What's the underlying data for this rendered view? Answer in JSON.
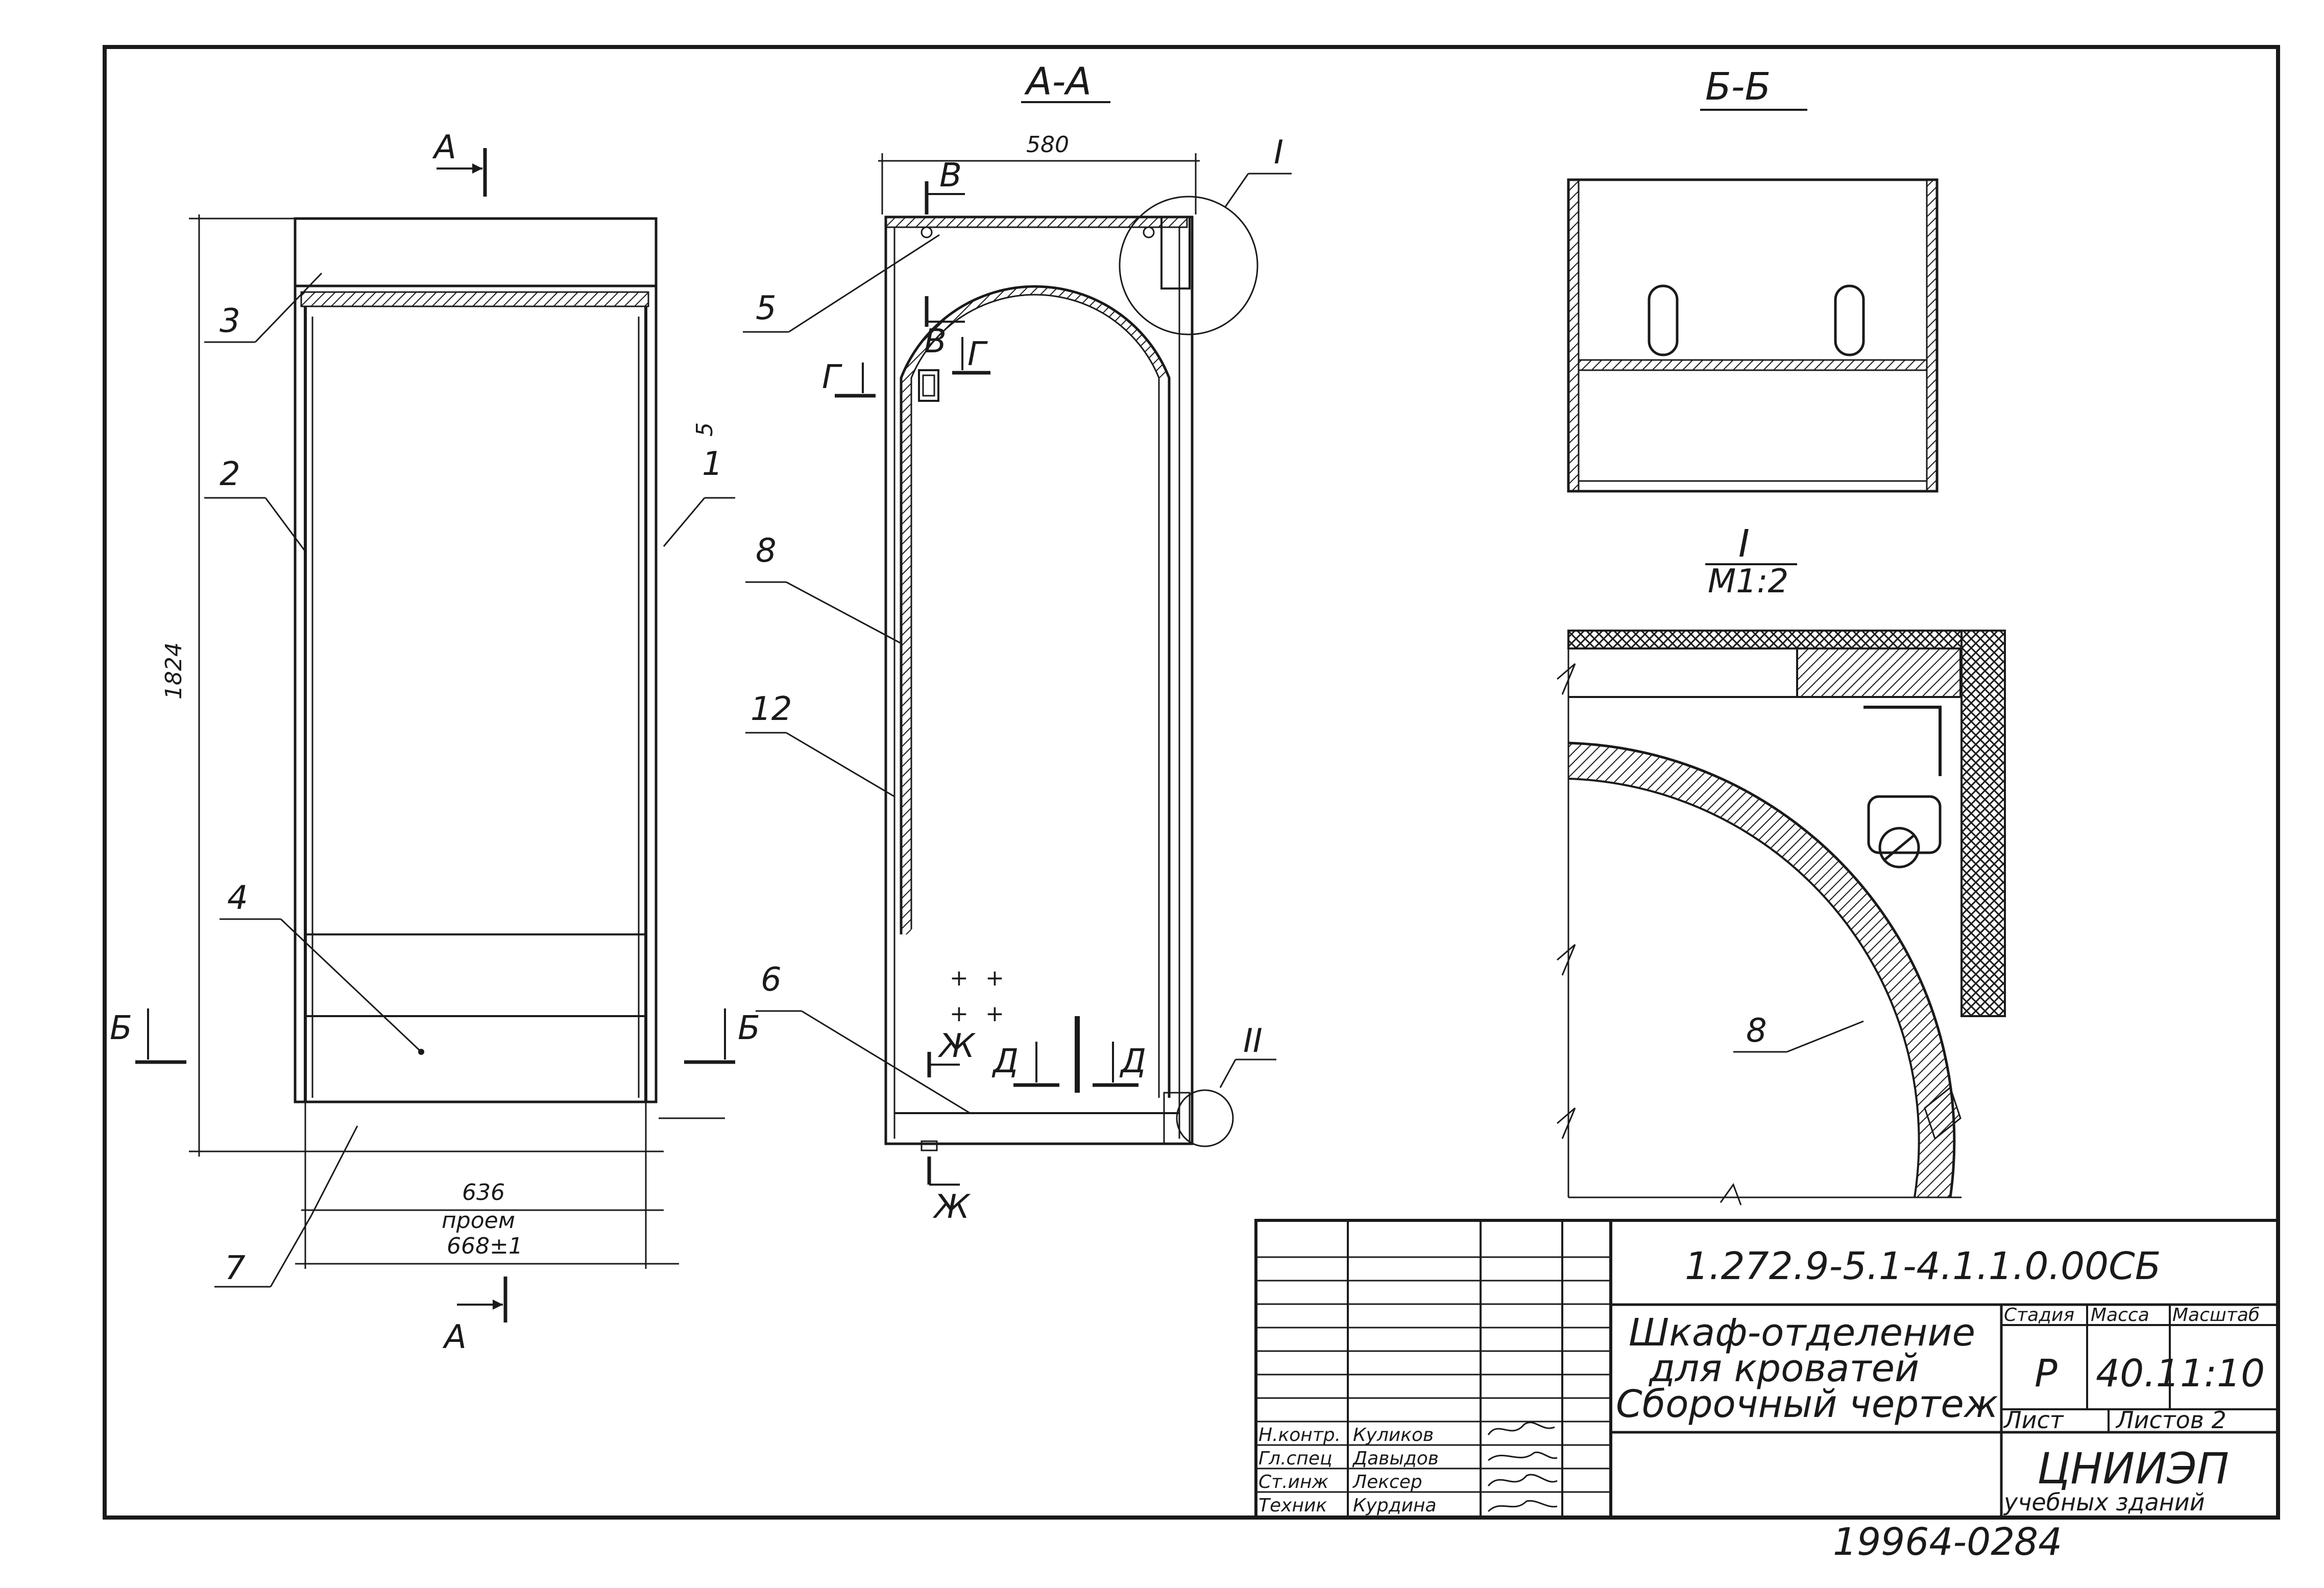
{
  "drawing": {
    "views": {
      "section_aa": "А-А",
      "section_bb": "Б-Б",
      "detail_1": "I",
      "detail_1_scale": "М1:2"
    },
    "section_marks": {
      "a_top": "А",
      "a_bottom": "А",
      "b_left": "Б",
      "b_right": "Б",
      "v_top": "В",
      "v_mid": "В",
      "g_left": "Г",
      "g_right": "Г",
      "d_left": "Д",
      "d_right": "Д",
      "zh_top": "Ж",
      "zh_bottom": "Ж",
      "detail_1_ref": "I",
      "detail_2_ref": "II"
    },
    "part_numbers": {
      "p1": "1",
      "p2": "2",
      "p3": "3",
      "p4": "4",
      "p5": "5",
      "p6": "6",
      "p7": "7",
      "p8": "8",
      "p12": "12",
      "p8_detail": "8"
    },
    "dimensions": {
      "height": "1824",
      "width_inner": "636",
      "opening": "проем",
      "width_outer": "668±1",
      "gap": "5",
      "depth": "580"
    }
  },
  "title_block": {
    "code": "1.272.9-5.1-4.1.1.0.00СБ",
    "title_line1": "Шкаф-отделение",
    "title_line2": "для кроватей",
    "title_line3": "Сборочный чертеж",
    "stage_label": "Стадия",
    "mass_label": "Масса",
    "scale_label": "Масштаб",
    "stage_value": "Р",
    "mass_value": "40.1",
    "scale_value": "1:10",
    "sheet_label": "Лист",
    "sheets_label": "Листов 2",
    "org_name": "ЦНИИЭП",
    "org_sub": "учебных зданий",
    "staff": [
      {
        "role": "Н.контр.",
        "name": "Куликов"
      },
      {
        "role": "Гл.спец",
        "name": "Давыдов"
      },
      {
        "role": "Ст.инж",
        "name": "Лексер"
      },
      {
        "role": "Техник",
        "name": "Курдина"
      }
    ]
  },
  "footer": {
    "archive_no": "19964-02",
    "page_no": "84"
  }
}
